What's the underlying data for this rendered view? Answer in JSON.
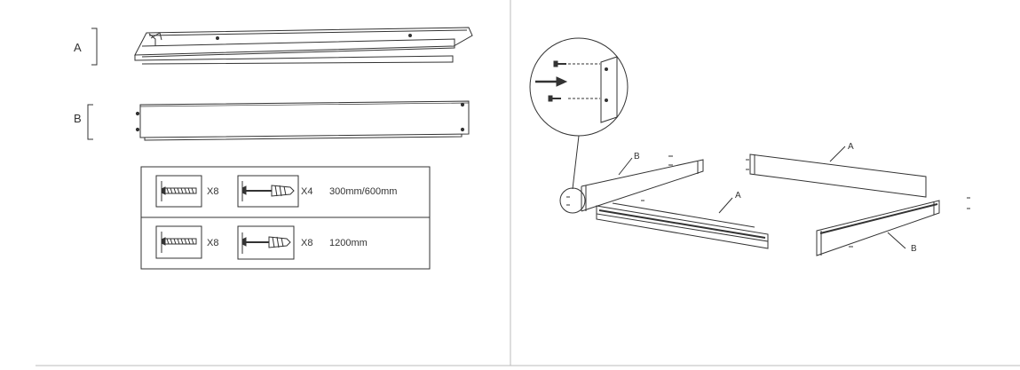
{
  "parts": {
    "a_label": "A",
    "b_label": "B"
  },
  "hardware_table": {
    "rows": [
      {
        "screw_qty": "X8",
        "anchor_qty": "X4",
        "size": "300mm/600mm"
      },
      {
        "screw_qty": "X8",
        "anchor_qty": "X8",
        "size": "1200mm"
      }
    ]
  },
  "assembly": {
    "label_a_back": "A",
    "label_a_front": "A",
    "label_b_left": "B",
    "label_b_right": "B"
  },
  "colors": {
    "line": "#333333",
    "divider": "#bbbbbb",
    "page": "#ffffff"
  }
}
